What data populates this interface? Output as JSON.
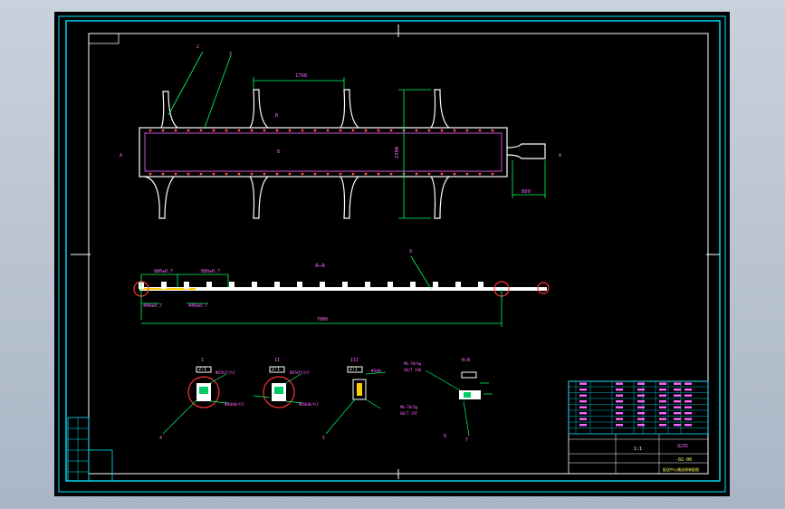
{
  "drawing": {
    "plan_dims": {
      "spacing": "1768",
      "height": "2300",
      "tail": "800"
    },
    "section_label_b": "B",
    "view_marker_a": "A",
    "section_title": "A—A",
    "strip_dims": {
      "top1": "880±0.7",
      "top2": "880±0.7",
      "bot1": "440±0.7",
      "bot2": "440±0.7",
      "overall": "7880"
    },
    "balloons": [
      "2",
      "3",
      "9",
      "4",
      "5",
      "6",
      "7"
    ],
    "details": [
      {
        "view": "I",
        "scale": "2:1",
        "lbl1": "Φ55H7/h7",
        "lbl2": "Φ40H8/h7"
      },
      {
        "view": "II",
        "scale": "2:1",
        "lbl1": "Φ55H7/h7",
        "lbl2": "Φ40H8/h7"
      },
      {
        "view": "III",
        "scale": "2:1",
        "lbl1": "Φ5H8"
      },
      {
        "view": "B—B",
        "notes": [
          "M6-7H/6g",
          "GB/T 196",
          "M6-7H/6g",
          "GB/T 197"
        ]
      }
    ],
    "title_block": {
      "drawing_no": "-02-00",
      "material": "Q235",
      "scale": "1:1",
      "name": "配送中心输送线装配图"
    }
  }
}
